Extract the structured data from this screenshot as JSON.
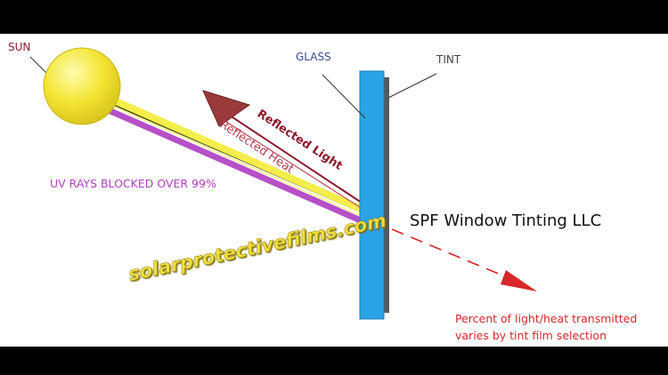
{
  "labels": {
    "sun": "SUN",
    "glass": "GLASS",
    "tint": "TINT",
    "reflected_light": "Reflected Light",
    "reflected_heat": "Reflected Heat",
    "uv_rays": "UV RAYS BLOCKED OVER 99%",
    "company": "SPF Window Tinting LLC",
    "website": "solarprotectivefilms.com",
    "transmitted_line1": "Percent of light/heat transmitted",
    "transmitted_line2": "varies by tint film selection"
  },
  "colors": {
    "panel_bg": "#ffffff",
    "page_bg": "#000000",
    "sun_fill": "#f2e633",
    "glass_fill": "#29a3e6",
    "tint_fill": "#55585c",
    "uv_ray": "#b64fc8",
    "light_ray": "#f4ee4a",
    "reflected_arrow": "#9b3a3a",
    "reflected_light_text": "#8b1a2b",
    "reflected_heat_text": "#b43c4c",
    "uv_text": "#b040c0",
    "sun_text": "#8b1a2b",
    "glass_text": "#3a4a9a",
    "tint_text": "#444444",
    "company_text": "#111111",
    "website_text": "#f2e040",
    "transmit_text": "#d62828",
    "transmit_arrow": "#d62828"
  }
}
